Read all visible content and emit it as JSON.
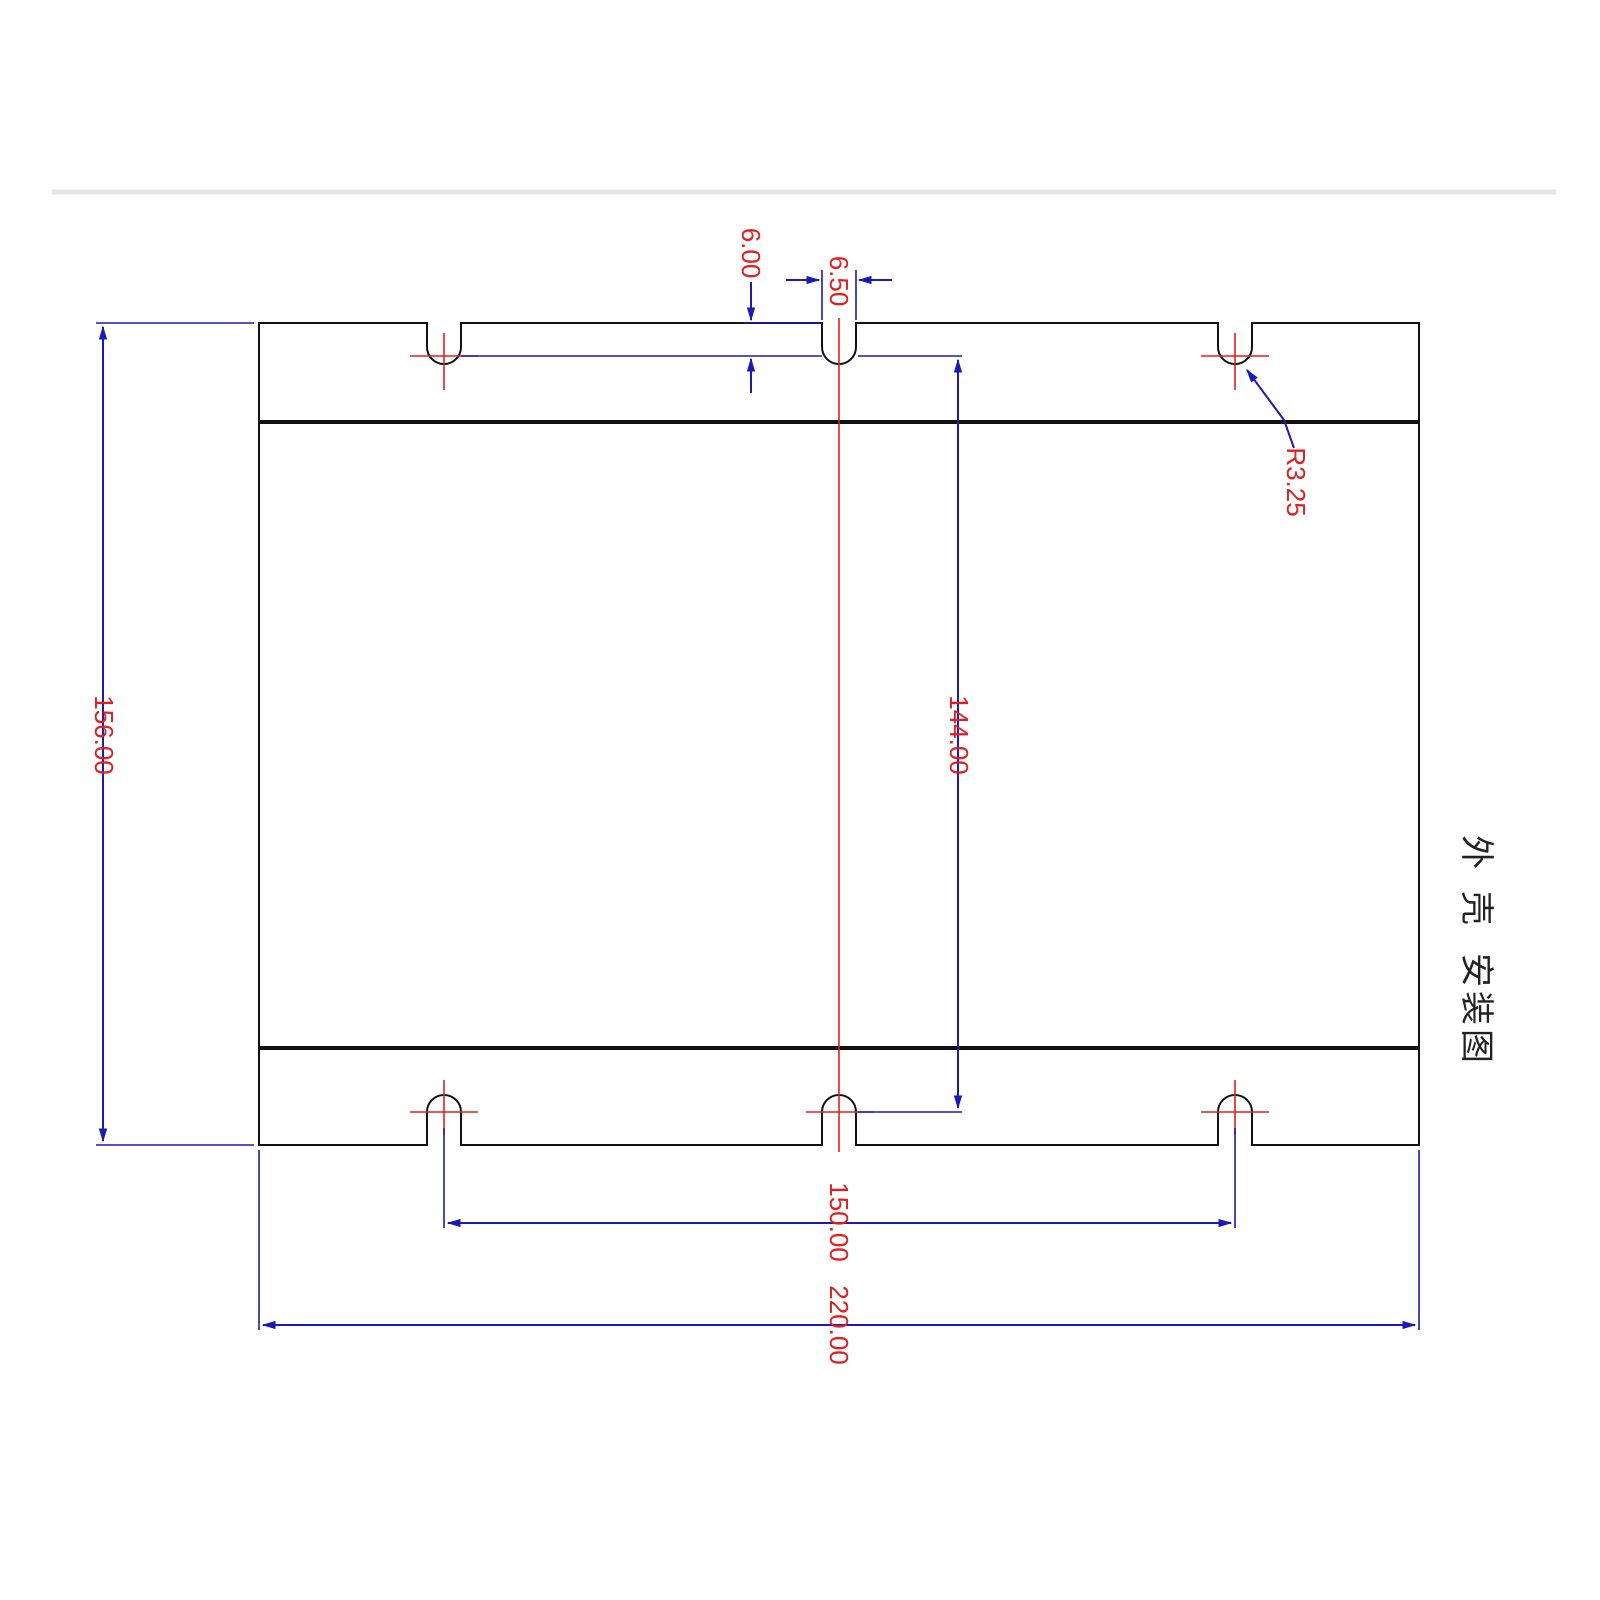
{
  "colors": {
    "outline": "#111111",
    "dimension": "#1a1ab4",
    "text": "#e02020",
    "centerline": "#e02020"
  },
  "dimensions": {
    "overall_height": "156.00",
    "hole_spacing_vertical": "144.00",
    "slot_depth": "6.00",
    "slot_width": "6.50",
    "radius": "R3.25",
    "hole_spacing_horizontal": "150.00",
    "overall_width": "220.00"
  },
  "title_chars": [
    "外",
    "壳",
    "安",
    "装",
    "图"
  ]
}
